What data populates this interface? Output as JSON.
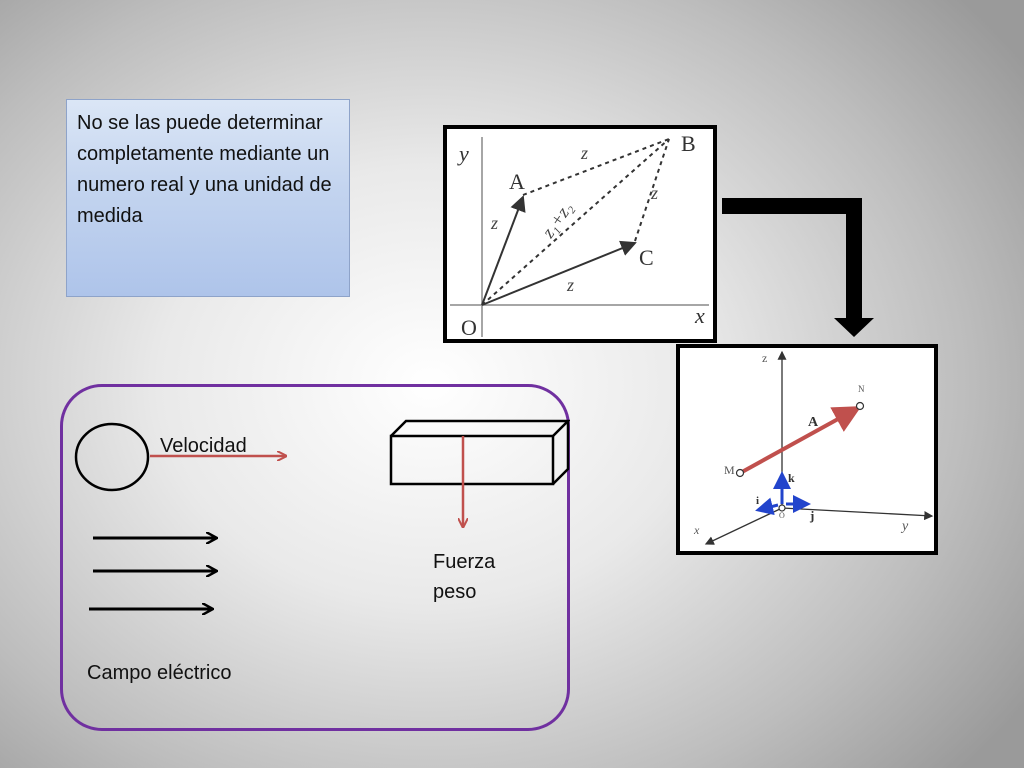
{
  "textbox": {
    "text": "No se las puede determinar completamente mediante un numero real y una unidad de medida"
  },
  "figure1": {
    "axis_y": "y",
    "axis_x": "x",
    "origin": "O",
    "point_a": "A",
    "point_b": "B",
    "point_c": "C",
    "label_z1": "z",
    "label_z2": "z",
    "label_z3": "z",
    "label_z4": "z",
    "label_sum": "z₁+z₂"
  },
  "figure2": {
    "axis_z": "z",
    "axis_x": "x",
    "axis_y": "y",
    "point_m": "M",
    "point_n": "N",
    "vector": "A",
    "unit_i": "i",
    "unit_j": "j",
    "unit_k": "k",
    "origin": "O"
  },
  "panel": {
    "velocidad": "Velocidad",
    "fuerza_peso": "Fuerza peso",
    "campo_electrico": "Campo eléctrico"
  },
  "colors": {
    "red_arrow": "#c0504d",
    "panel_border": "#7030a0",
    "blue_vector": "#2244cc"
  }
}
